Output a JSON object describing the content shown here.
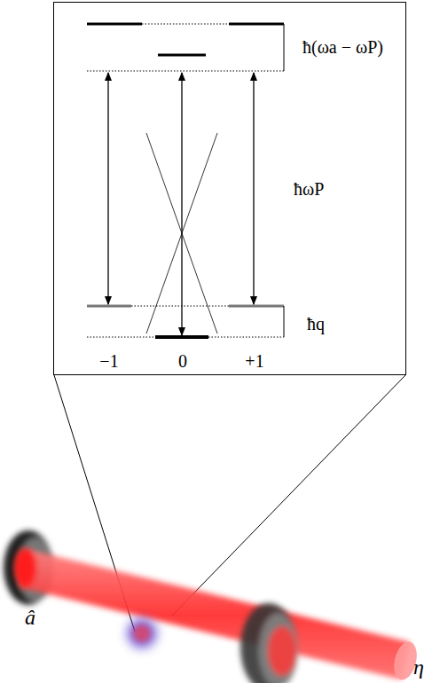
{
  "diagram": {
    "nodes": [
      {
        "text": [
          "ħ(ωa − ωP)",
          "ħωP",
          "ħq",
          "−1",
          "0",
          "+1"
        ]
      }
    ],
    "labels": [
      "â",
      "η"
    ]
  }
}
